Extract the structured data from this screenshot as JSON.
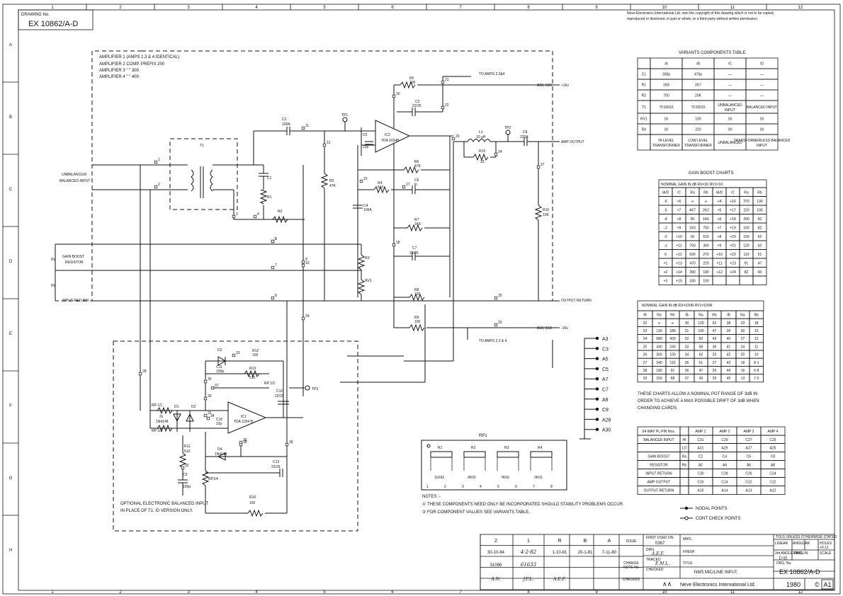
{
  "drawing_no_label": "DRAWING No.",
  "drawing_no": "EX 10862/A-D",
  "copyright_1": "Neve Electronics International Ltd. own the copyright of this drawing which is not to be copied,",
  "copyright_2": "reproduced or disclosed, in part or whole, to a third party without written permission.",
  "border_cols": [
    "1",
    "2",
    "3",
    "4",
    "5",
    "6",
    "7",
    "8",
    "9",
    "10",
    "11",
    "12"
  ],
  "border_rows": [
    "A",
    "B",
    "C",
    "D",
    "E",
    "F",
    "G",
    "H"
  ],
  "amplifiers": {
    "a1": "AMPLIFIER 1  (AMPS 2,3 & 4  IDENTICAL)",
    "a2": "AMPLIFIER 2  COMP. PREFIX 200",
    "a3": "AMPLIFIER 3       \"        \"     300",
    "a4": "AMPLIFIER 4       \"        \"     400"
  },
  "labels": {
    "unbal_1": "UNBALANCED/",
    "unbal_2": "BALANCED INPUT",
    "gain_1": "GAIN  BOOST",
    "gain_2": "RESISTOR",
    "ra": "Ra",
    "rb": "Rb",
    "input_return": "INPUT RETURN",
    "output_return": "OUTPUT RETURN",
    "amp_output": "AMP OUTPUT",
    "to_amps_top": "TO AMPS 2,3&4",
    "to_amps_bottom": "TO AMPS 2,3 & 4",
    "a20": "A20, C20",
    "a18": "A18, C18",
    "plus16": "+16v",
    "minus16": "-16v",
    "optional_1": "OPTIONAL  ELECTRONIC  BALANCED INPUT",
    "optional_2": "IN PLACE OF T1.   /D VERSION ONLY.",
    "rp1": "RP1",
    "ic2": "IC2",
    "ic2_type": "TDA 1034B",
    "ic1": "IC1",
    "ic1_type": "TDA 1034 B",
    "t1": "T1",
    "tp1": "TP1",
    "tp2": "TP2",
    "tp3": "TP3"
  },
  "component_labels": [
    {
      "id": "c2",
      "text": "C2"
    },
    {
      "id": "c2v",
      "text": "100A"
    },
    {
      "id": "r5",
      "text": "R5"
    },
    {
      "id": "r5v",
      "text": "100"
    },
    {
      "id": "c3",
      "text": "C3"
    },
    {
      "id": "c3v",
      "text": "22/25"
    },
    {
      "id": "c1",
      "text": "C1"
    },
    {
      "id": "r1",
      "text": "R1"
    },
    {
      "id": "r2",
      "text": "R2"
    },
    {
      "id": "r3",
      "text": "R3"
    },
    {
      "id": "r3v",
      "text": "47K"
    },
    {
      "id": "r4",
      "text": "R4"
    },
    {
      "id": "r4v",
      "text": "510"
    },
    {
      "id": "c6",
      "text": "C6"
    },
    {
      "id": "c6v",
      "text": "in"
    },
    {
      "id": "r6",
      "text": "R6"
    },
    {
      "id": "r6v",
      "text": "47K"
    },
    {
      "id": "c4",
      "text": "C4"
    },
    {
      "id": "c4v",
      "text": "100A"
    },
    {
      "id": "r7",
      "text": "R7"
    },
    {
      "id": "r7v",
      "text": "1K6"
    },
    {
      "id": "c7",
      "text": "C7"
    },
    {
      "id": "c7v",
      "text": "22/25"
    },
    {
      "id": "rx",
      "text": "RX"
    },
    {
      "id": "rv1",
      "text": "RV1"
    },
    {
      "id": "r8",
      "text": "R8"
    },
    {
      "id": "r8v",
      "text": "100"
    },
    {
      "id": "r9",
      "text": "R9"
    },
    {
      "id": "r9v",
      "text": "100"
    },
    {
      "id": "l1",
      "text": "L1"
    },
    {
      "id": "l1v",
      "text": "10 µH"
    },
    {
      "id": "r15",
      "text": "R15"
    },
    {
      "id": "r15v",
      "text": "33"
    },
    {
      "id": "c8",
      "text": "C8"
    },
    {
      "id": "c8v",
      "text": "220A"
    },
    {
      "id": "r10",
      "text": "R10"
    },
    {
      "id": "r10v",
      "text": "10K"
    },
    {
      "id": "d3",
      "text": "D3"
    },
    {
      "id": "r12",
      "text": "R12"
    },
    {
      "id": "r12v",
      "text": "100"
    },
    {
      "id": "c11",
      "text": "C11"
    },
    {
      "id": "c11v",
      "text": "100p"
    },
    {
      "id": "r13",
      "text": "R13"
    },
    {
      "id": "r13v",
      "text": "510"
    },
    {
      "id": "rp12",
      "text": "RP 1/2"
    },
    {
      "id": "c12",
      "text": "C12"
    },
    {
      "id": "c12v",
      "text": "22/25"
    },
    {
      "id": "rp11",
      "text": "RP 1/1"
    },
    {
      "id": "rp13",
      "text": "RP 1/3"
    },
    {
      "id": "d1",
      "text": "D1"
    },
    {
      "id": "d2",
      "text": "D2"
    },
    {
      "id": "dz",
      "text": "2x"
    },
    {
      "id": "dzv",
      "text": "1N4148"
    },
    {
      "id": "c10",
      "text": "C10"
    },
    {
      "id": "c10v",
      "text": "22p"
    },
    {
      "id": "r11",
      "text": "R11"
    },
    {
      "id": "r11v",
      "text": "510"
    },
    {
      "id": "c9",
      "text": "C9"
    },
    {
      "id": "c9v",
      "text": "100p"
    },
    {
      "id": "d4",
      "text": "D4"
    },
    {
      "id": "d4v",
      "text": "1N4148"
    },
    {
      "id": "rp14",
      "text": "RP1/4"
    },
    {
      "id": "c13",
      "text": "C13"
    },
    {
      "id": "c13v",
      "text": "22/25"
    },
    {
      "id": "r16",
      "text": "R16"
    },
    {
      "id": "r16v",
      "text": "100"
    },
    {
      "id": "c5t",
      "text": "C5"
    },
    {
      "id": "c5tv",
      "text": "22p"
    }
  ],
  "node_labels": [
    "1",
    "2",
    "3",
    "4",
    "5",
    "6",
    "7",
    "8",
    "9",
    "10",
    "11",
    "12",
    "15",
    "16",
    "17",
    "18",
    "21",
    "22",
    "23",
    "24",
    "25",
    "26",
    "27",
    "28",
    "29",
    "30",
    "31",
    "32",
    "33",
    "34",
    "35",
    "36",
    "37",
    "38",
    "39"
  ],
  "rp1_resistors": [
    {
      "name": "R1",
      "value": "11K92"
    },
    {
      "name": "R2",
      "value": "3K02"
    },
    {
      "name": "R3",
      "value": "7K50"
    },
    {
      "name": "R4",
      "value": "2K01"
    }
  ],
  "rp1_pins": [
    "1",
    "2",
    "3",
    "4",
    "5",
    "6",
    "7",
    "8"
  ],
  "pin_list": [
    "A3",
    "C3",
    "A5",
    "C5",
    "A7",
    "C7",
    "A9",
    "C9",
    "A28",
    "A30"
  ],
  "variants_table": {
    "title": "VARIANTS  COMPONENTS TABLE",
    "headers": [
      "",
      "/A",
      "/B",
      "/C",
      "/D"
    ],
    "rows": [
      [
        "C1",
        "330p",
        "470p",
        "—",
        "—"
      ],
      [
        "R1",
        "1K8",
        "2K7",
        "—",
        "—"
      ],
      [
        "R2",
        "750",
        "20K",
        "—",
        "—"
      ],
      [
        "T1",
        "TF10016",
        "TF10015",
        "UNBALANCED INPUT",
        "BALANCED INPUT"
      ],
      [
        "RV1",
        "1K",
        "100",
        "1K",
        "1K"
      ],
      [
        "RX",
        "1K",
        "220",
        "1K",
        "1K"
      ],
      [
        "",
        "HI-LEVEL TRANSFORMER",
        "LOW LEVEL TRANSFORMER",
        "UNBALANCED",
        "TRANSFORMERLESS BALANCED INPUT"
      ]
    ]
  },
  "gain_chart_1": {
    "title": "GAIN  BOOST  CHARTS",
    "subtitle": "NOMINAL  GAIN  IN  dB    RX=1K    RV1=1K",
    "headers": [
      "/A/D",
      "/C",
      "Ra",
      "Rb",
      "/A/D",
      "/C",
      "Ra",
      "Rb"
    ],
    "rows": [
      [
        "-6",
        "+6",
        "∞",
        "∞",
        "+4",
        "+16",
        "270",
        "130"
      ],
      [
        "-5",
        "+7",
        "4K7",
        "2K2",
        "+5",
        "+17",
        "220",
        "100"
      ],
      [
        "-4",
        "+8",
        "2K",
        "1K6",
        "+6",
        "+18",
        "200",
        "82"
      ],
      [
        "-3",
        "+9",
        "1K3",
        "750",
        "+7",
        "+19",
        "160",
        "82"
      ],
      [
        "-2",
        "+10",
        "1K",
        "510",
        "+8",
        "+20",
        "150",
        "62"
      ],
      [
        "-1",
        "+11",
        "750",
        "360",
        "+9",
        "+21",
        "120",
        "62"
      ],
      [
        "0",
        "+12",
        "620",
        "270",
        "+10",
        "+22",
        "110",
        "51"
      ],
      [
        "+1",
        "+13",
        "470",
        "220",
        "+11",
        "+23",
        "91",
        "47"
      ],
      [
        "+2",
        "+14",
        "390",
        "180",
        "+12",
        "+24",
        "82",
        "43"
      ],
      [
        "+3",
        "+15",
        "330",
        "150",
        "",
        "",
        "",
        ""
      ]
    ]
  },
  "gain_chart_2": {
    "subtitle": "NOMINAL  GAIN  IN  dB       RX=220R    RV1=100R",
    "headers": [
      "/B",
      "Ra",
      "Rb",
      "/B",
      "Ra",
      "Rb",
      "/B",
      "Ra",
      "Rb"
    ],
    "rows": [
      [
        "22",
        "∞",
        "∞",
        "30",
        "120",
        "62",
        "38",
        "33",
        "18"
      ],
      [
        "23",
        "130",
        "180",
        "31",
        "100",
        "47",
        "39",
        "30",
        "15"
      ],
      [
        "24",
        "680",
        "430",
        "32",
        "82",
        "43",
        "40",
        "27",
        "12"
      ],
      [
        "25",
        "430",
        "240",
        "33",
        "68",
        "36",
        "41",
        "24",
        "11"
      ],
      [
        "26",
        "300",
        "100",
        "34",
        "62",
        "20",
        "42",
        "20",
        "10"
      ],
      [
        "27",
        "240",
        "110",
        "35",
        "51",
        "27",
        "43",
        "18",
        "8·1"
      ],
      [
        "28",
        "180",
        "91",
        "36",
        "47",
        "20",
        "44",
        "16",
        "6·8"
      ],
      [
        "29",
        "150",
        "68",
        "37",
        "43",
        "20",
        "45",
        "13",
        "7·5"
      ]
    ]
  },
  "charts_note": [
    "THESE  CHARTS  ALLOW  A  NOMINAL  POT  RANGE  OF  3dB IN",
    "ORDER  TO  ACHIEVE  A  MAX  POSSIBLE  DRIFT  OF  3dB  WHEN",
    "CHANGING CARDS."
  ],
  "pin_table": {
    "headers": [
      "64 WAY PL PIN Nos.",
      "",
      "AMP 1",
      "AMP 2",
      "AMP 3",
      "AMP 4"
    ],
    "rows": [
      [
        "BALANCED INPUT",
        "HI",
        "C31",
        "C29",
        "C27",
        "C25"
      ],
      [
        "",
        "LO",
        "A31",
        "A29",
        "A27",
        "A25"
      ],
      [
        "GAIN  BOOST",
        "Ra",
        "C2",
        "C4",
        "C6",
        "C8"
      ],
      [
        "RESISTOR",
        "Rb",
        "A2",
        "A4",
        "A6",
        "A8"
      ],
      [
        "INPUT  RETURN",
        "",
        "C30",
        "C28",
        "C26",
        "C24"
      ],
      [
        "AMP  OUTPUT",
        "",
        "C15",
        "C14",
        "C12",
        "C12"
      ],
      [
        "OUTPUT  RETURN",
        "",
        "A15",
        "A14",
        "A13",
        "A12"
      ]
    ]
  },
  "notes": {
    "title": "NOTES :-",
    "n1": "① THESE  COMPONENTS  NEED  ONLY  BE  INCORPORATED  SHOULD  STABILITY  PROBLEMS  OCCUR.",
    "n2": "② FOR  COMPONENT  VALUES  SEE  VARIANTS  TABLE."
  },
  "legend": {
    "nodal": "NODAL POINTS",
    "check": "CONT CHECK POINTS"
  },
  "title_block": {
    "issues": [
      "2",
      "1",
      "R",
      "B",
      "A"
    ],
    "issue_label": "ISSUE",
    "dates": [
      "30-10-84",
      "4-2-82",
      "1-10-81",
      "20-1-81",
      "7-11-80"
    ],
    "change_numbers": [
      "31096",
      "61633",
      "",
      "",
      ""
    ],
    "change_note_label": "CHANGE NOTE No",
    "checked_by": [
      "A.N.",
      "J.F.L.",
      "A.E.F.",
      "",
      ""
    ],
    "checked_label": "CHECKED",
    "first_used_label": "FIRST USED ON",
    "first_used": "0367",
    "matl_label": "MATL.",
    "drn_label": "DRN.",
    "drn": "A.E.F.",
    "finish_label": "FINISH",
    "traced_label": "TRACED",
    "traced": "E.M.L.",
    "checked2_label": "CHECKED",
    "title_label": "TITLE",
    "title": "NMS  MIC/LINE  INPUT.",
    "company": "Neve Electronics International Ltd.",
    "tolerances": "TOLS UNLESS OTHERWISE STATED",
    "linear": "LINEAR",
    "angular": "ANGULAR",
    "holes": "HOLES",
    "holes_val": "+0.12",
    "third_angle": "3rd ANGLE PROJ.",
    "dims": "DIMS. IN",
    "scale": "SCALE",
    "dwg_no_label": "DRG. No.",
    "dwg_no": "EX 10862/A-D",
    "year": "1980",
    "sheet_size": "A1",
    "copyright_mark": "©"
  }
}
